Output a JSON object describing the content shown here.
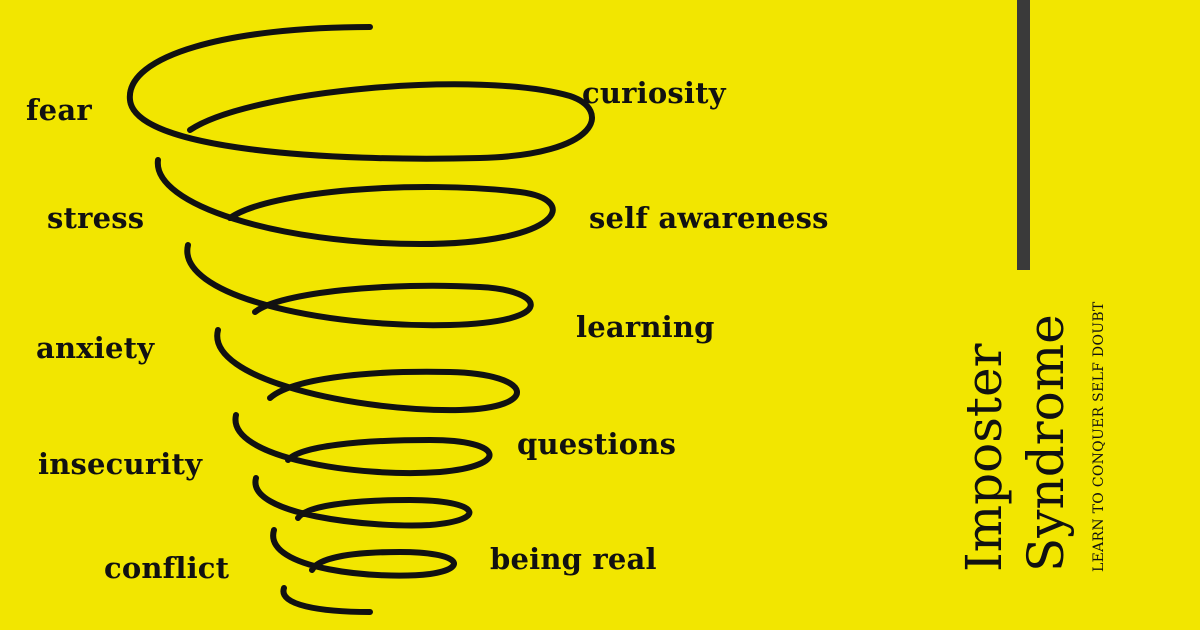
{
  "theme": {
    "background": "#f2e600",
    "ink": "#111111",
    "bar": "#3a3a3a"
  },
  "left_words": [
    "fear",
    "stress",
    "anxiety",
    "insecurity",
    "conflict"
  ],
  "right_words": [
    "curiosity",
    "self awareness",
    "learning",
    "questions",
    "being real"
  ],
  "title": {
    "line1": "Imposter",
    "line2": "Syndrome",
    "subtitle": "LEARN TO CONQUER SELF DOUBT"
  }
}
